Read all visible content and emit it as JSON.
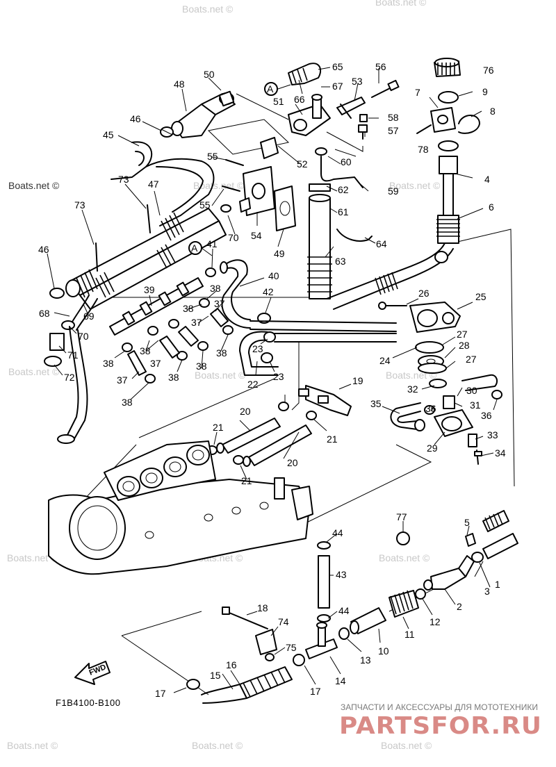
{
  "diagram": {
    "ref_code": "F1B4100-B100",
    "forward_label": "FWD",
    "circle_marker": "A",
    "watermark_text": "Boats.net ©",
    "watermark_dark_text": "Boats.net ©",
    "banner_text": "ЗАПЧАСТИ И АКСЕССУАРЫ ДЛЯ МОТОТЕХНИКИ",
    "brand_text": "PARTSFOR.RU",
    "brand_color": "#d98a86",
    "labels": {
      "p1": "1",
      "p2": "2",
      "p3": "3",
      "p4": "4",
      "p5": "5",
      "p6": "6",
      "p7": "7",
      "p8": "8",
      "p9": "9",
      "p10": "10",
      "p11": "11",
      "p12": "12",
      "p13": "13",
      "p14": "14",
      "p15": "15",
      "p16": "16",
      "p17a": "17",
      "p17b": "17",
      "p18": "18",
      "p19": "19",
      "p20a": "20",
      "p20b": "20",
      "p21a": "21",
      "p21b": "21",
      "p21c": "21",
      "p22": "22",
      "p23a": "23",
      "p23b": "23",
      "p24": "24",
      "p25": "25",
      "p26": "26",
      "p27a": "27",
      "p27b": "27",
      "p28": "28",
      "p29": "29",
      "p30": "30",
      "p31": "31",
      "p32": "32",
      "p33": "33",
      "p34": "34",
      "p35": "35",
      "p36a": "36",
      "p36b": "36",
      "p37a": "37",
      "p37b": "37",
      "p37c": "37",
      "p37d": "37",
      "p38a": "38",
      "p38b": "38",
      "p38c": "38",
      "p38d": "38",
      "p38e": "38",
      "p38f": "38",
      "p38g": "38",
      "p39": "39",
      "p40": "40",
      "p41": "41",
      "p42": "42",
      "p43": "43",
      "p44a": "44",
      "p44b": "44",
      "p45": "45",
      "p46a": "46",
      "p46b": "46",
      "p47": "47",
      "p48": "48",
      "p49": "49",
      "p50": "50",
      "p51": "51",
      "p52": "52",
      "p53": "53",
      "p54": "54",
      "p55a": "55",
      "p55b": "55",
      "p56": "56",
      "p57": "57",
      "p58": "58",
      "p59": "59",
      "p60": "60",
      "p61": "61",
      "p62": "62",
      "p63": "63",
      "p64": "64",
      "p65": "65",
      "p66": "66",
      "p67": "67",
      "p68": "68",
      "p69": "69",
      "p70a": "70",
      "p70b": "70",
      "p71": "71",
      "p72": "72",
      "p73a": "73",
      "p73b": "73",
      "p74": "74",
      "p75": "75",
      "p76": "76",
      "p77": "77",
      "p78": "78"
    }
  }
}
